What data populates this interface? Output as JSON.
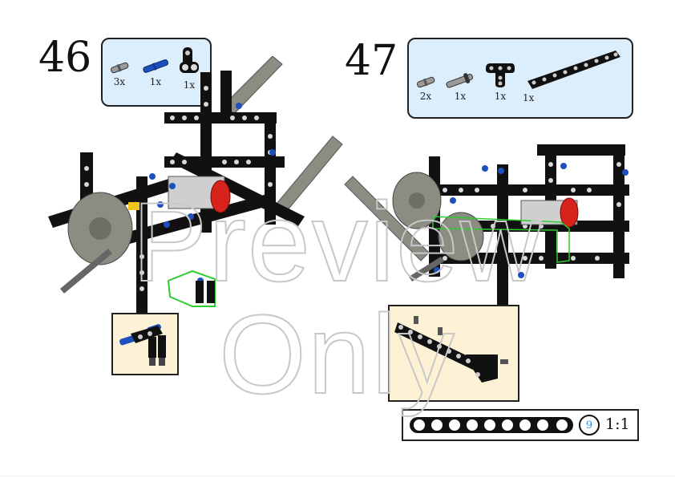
{
  "steps": [
    {
      "number": "46",
      "parts": [
        {
          "name": "pin-with-friction",
          "qty": "3x",
          "color": "#9a9a9a"
        },
        {
          "name": "axle-pin-blue",
          "qty": "1x",
          "color": "#1e4fbf"
        },
        {
          "name": "angle-connector-black",
          "qty": "1x",
          "color": "#111111"
        }
      ],
      "callout": {
        "description": "sub-assembly with blue pin and black connectors"
      }
    },
    {
      "number": "47",
      "parts": [
        {
          "name": "pin-with-friction",
          "qty": "2x",
          "color": "#9a9a9a"
        },
        {
          "name": "long-pin-with-stop",
          "qty": "1x",
          "color": "#8a8a8a"
        },
        {
          "name": "t-beam-black",
          "qty": "1x",
          "color": "#111111"
        },
        {
          "name": "beam-9-black",
          "qty": "1x",
          "color": "#111111"
        }
      ],
      "callout": {
        "description": "beam 9 with pins and T-beam"
      }
    }
  ],
  "scale": {
    "beam_holes": 9,
    "length_label": "9",
    "ratio_label": "1:1"
  },
  "watermark": "Preview Only",
  "colors": {
    "parts_box_bg": "#dcedfb",
    "callout_bg": "#fdf2d6",
    "length_label_color": "#2a8fe0",
    "lego_black": "#111111",
    "lego_gray": "#8c8c82",
    "lego_blue": "#1e4fbf",
    "lego_red": "#d8221c",
    "lego_yellow": "#f0c419"
  }
}
